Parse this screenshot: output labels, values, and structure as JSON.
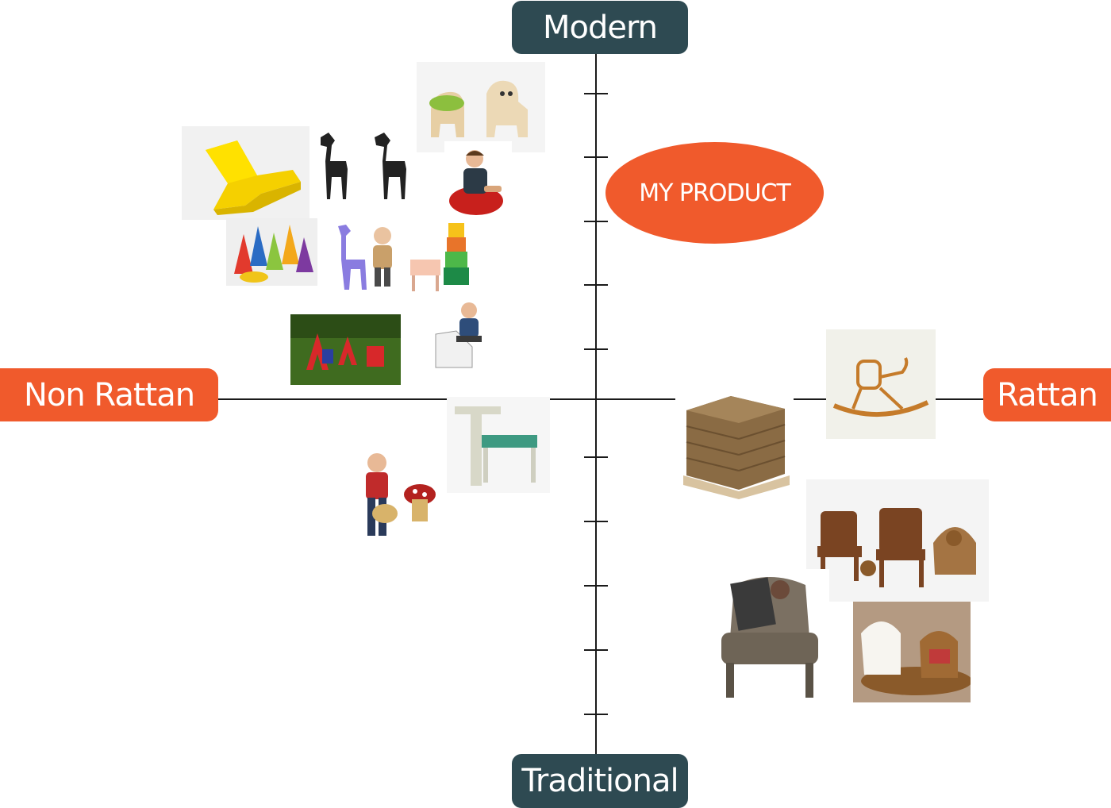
{
  "axes": {
    "top": "Modern",
    "bottom": "Traditional",
    "left": "Non Rattan",
    "right": "Rattan"
  },
  "highlight": {
    "label": "MY PRODUCT"
  },
  "colors": {
    "orange": "#f05a2c",
    "dark_teal": "#2e4a52",
    "axis_line": "#1a1a1a"
  },
  "products": [
    {
      "name": "yellow-lounge-chair",
      "group": "modern-non-rattan"
    },
    {
      "name": "black-horse-chairs",
      "group": "modern-non-rattan"
    },
    {
      "name": "plywood-creature-chairs",
      "group": "modern-non-rattan"
    },
    {
      "name": "child-beanbag-chair",
      "group": "modern-non-rattan"
    },
    {
      "name": "colorful-cone-seats",
      "group": "modern-non-rattan"
    },
    {
      "name": "purple-giraffe-chair",
      "group": "modern-non-rattan"
    },
    {
      "name": "stacked-block-chairs",
      "group": "modern-non-rattan"
    },
    {
      "name": "letter-chairs-on-grass",
      "group": "modern-non-rattan"
    },
    {
      "name": "child-cardboard-chair",
      "group": "modern-non-rattan"
    },
    {
      "name": "desk-chair-combo",
      "group": "traditional-non-rattan"
    },
    {
      "name": "mushroom-stools",
      "group": "traditional-non-rattan"
    },
    {
      "name": "wicker-cube-stool",
      "group": "traditional-rattan"
    },
    {
      "name": "rattan-rocking-horse",
      "group": "modern-rattan"
    },
    {
      "name": "wicker-armchair-set",
      "group": "traditional-rattan"
    },
    {
      "name": "wicker-wingback-chair",
      "group": "traditional-rattan"
    },
    {
      "name": "white-and-brown-wicker-chairs",
      "group": "traditional-rattan"
    }
  ]
}
